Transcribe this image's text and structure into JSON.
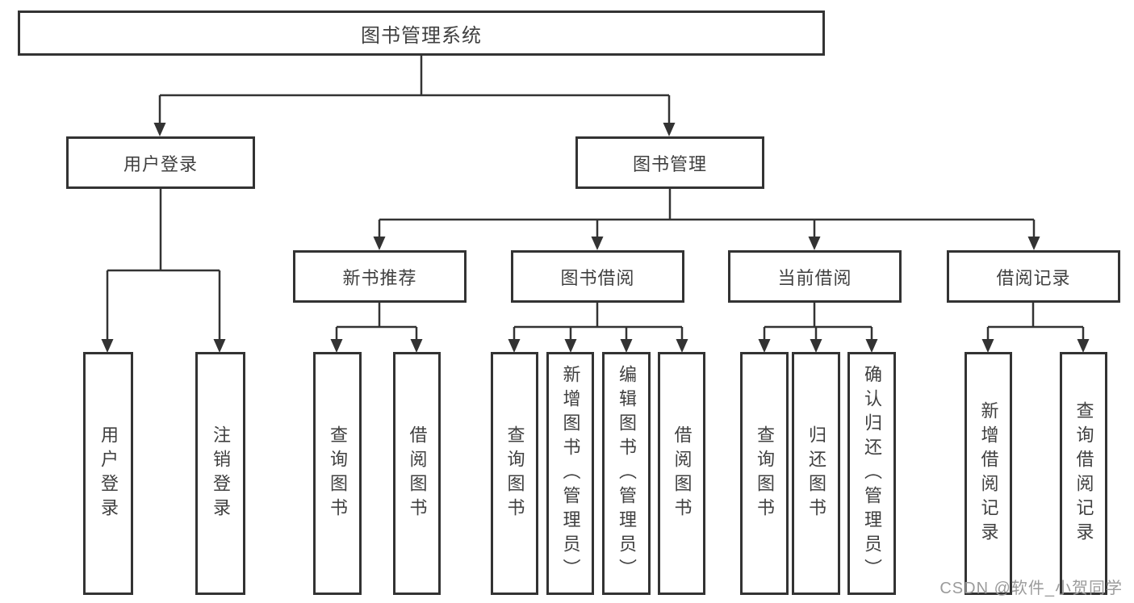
{
  "watermark": "CSDN @软件_小贺同学",
  "colors": {
    "line": "#333333",
    "box_border": "#333333",
    "box_bg": "#ffffff",
    "text": "#404040",
    "watermark": "#9b9b9b"
  },
  "nodes": {
    "root": "图书管理系统",
    "user_login": "用户登录",
    "book_management": "图书管理",
    "new_book_recommend": "新书推荐",
    "book_borrow": "图书借阅",
    "current_borrow": "当前借阅",
    "borrow_records": "借阅记录",
    "leaf_user_login": "用户登录",
    "leaf_logout": "注销登录",
    "leaf_query_books_recommend": "查询图书",
    "leaf_borrow_books_recommend": "借阅图书",
    "leaf_query_books_borrow": "查询图书",
    "leaf_add_books_admin": "新增图书（管理员）",
    "leaf_edit_books_admin": "编辑图书（管理员）",
    "leaf_borrow_books_borrow": "借阅图书",
    "leaf_query_books_current": "查询图书",
    "leaf_return_books": "归还图书",
    "leaf_confirm_return_admin": "确认归还（管理员）",
    "leaf_add_borrow_record": "新增借阅记录",
    "leaf_query_borrow_record": "查询借阅记录"
  }
}
